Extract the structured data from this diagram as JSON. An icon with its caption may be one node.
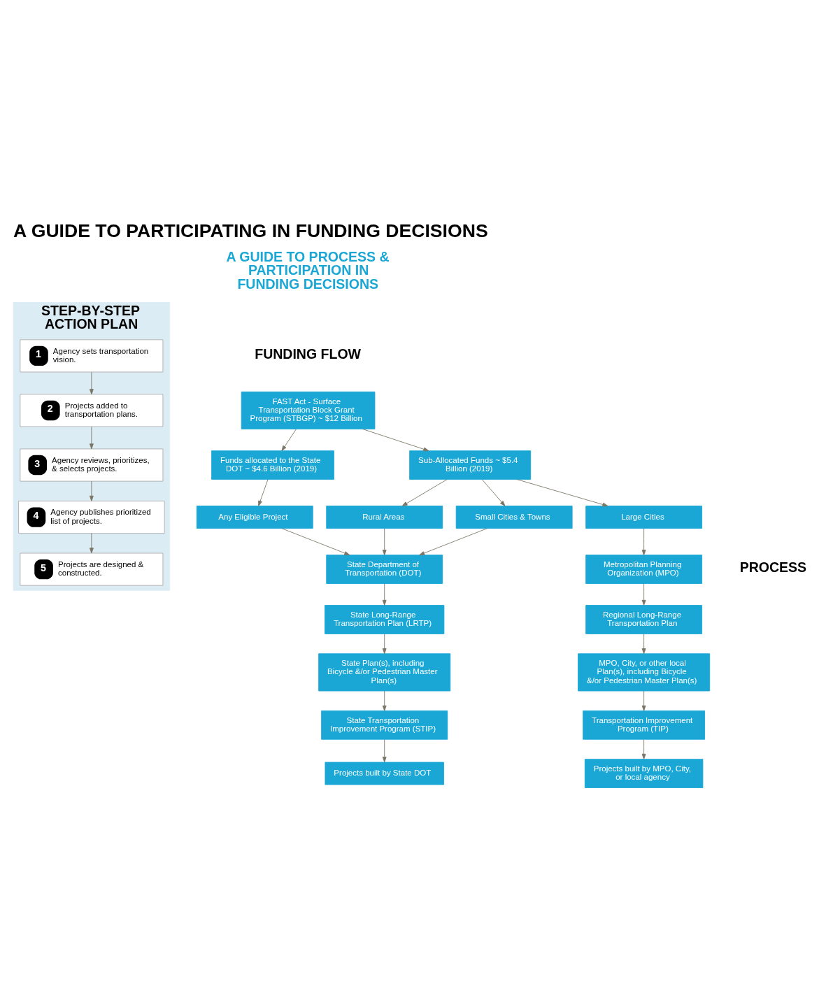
{
  "diagram": {
    "title": "A GUIDE TO PARTICIPATING IN FUNDING DECISIONS",
    "nodes": [
      {
        "text": [
          "STEP-BY-STEP ACTION PLAN"
        ]
      },
      {
        "text": [
          "1",
          "Agency sets transportation vision."
        ],
        "in": 0
      },
      {
        "text": [
          "2",
          "Projects added to transportation plans."
        ],
        "in": 0
      },
      {
        "text": [
          "3",
          "Agency reviews, prioritizes, & selects projects."
        ],
        "in": 0
      },
      {
        "text": [
          "4",
          "Agency publishes prioritized list of projects."
        ],
        "in": 0
      },
      {
        "text": [
          "5",
          "Projects are designed & constructed."
        ],
        "in": 0
      },
      {
        "text": [
          "FAST Act - Surface Transportation Block Grant Program (STBGP) ~ $12 Billion"
        ]
      },
      {
        "text": [
          "Funds allocated to the State DOT ~ $4.6 Billion (2019)"
        ]
      },
      {
        "text": [
          "Sub-Allocated Funds ~ $5.4 Billion (2019)"
        ]
      },
      {
        "text": [
          "Any Eligible Project"
        ]
      },
      {
        "text": [
          "Rural Areas"
        ]
      },
      {
        "text": [
          "Small Cities & Towns"
        ]
      },
      {
        "text": [
          "Large Cities"
        ]
      },
      {
        "text": [
          "State Department of Transportation (DOT)"
        ]
      },
      {
        "text": [
          "State Long-Range Transportation Plan (LRTP)"
        ]
      },
      {
        "text": [
          "State Plan(s), including Bicycle &/or Pedestrian Master Plan(s)"
        ]
      },
      {
        "text": [
          "State Transportation Improvement Program (STIP)"
        ]
      },
      {
        "text": [
          "Projects built by State DOT"
        ]
      },
      {
        "text": [
          "Metropolitan Planning Organization (MPO)"
        ]
      },
      {
        "text": [
          "Regional Long-Range Transportation Plan"
        ]
      },
      {
        "text": [
          "MPO, City, or other local Plan(s), including Bicycle &/or Pedestrian Master Plan(s)"
        ]
      },
      {
        "text": [
          "Transportation Improvement Program (TIP)"
        ]
      },
      {
        "text": [
          "Projects built by MPO, City, or local agency"
        ]
      }
    ],
    "edges": [
      {
        "from": 1,
        "to": 2,
        "arrow": "to"
      },
      {
        "from": 2,
        "to": 3,
        "arrow": "to"
      },
      {
        "from": 3,
        "to": 4,
        "arrow": "to"
      },
      {
        "from": 4,
        "to": 5,
        "arrow": "to"
      },
      {
        "from": 6,
        "to": 7,
        "arrow": "to"
      },
      {
        "from": 6,
        "to": 8,
        "arrow": "to"
      },
      {
        "from": 7,
        "to": 9,
        "arrow": "to"
      },
      {
        "from": 8,
        "to": 10,
        "arrow": "to"
      },
      {
        "from": 8,
        "to": 11,
        "arrow": "to"
      },
      {
        "from": 8,
        "to": 12,
        "arrow": "to"
      },
      {
        "from": 9,
        "to": 13,
        "arrow": "to"
      },
      {
        "from": 10,
        "to": 13,
        "arrow": "to"
      },
      {
        "from": 11,
        "to": 13,
        "arrow": "to"
      },
      {
        "from": 12,
        "to": 18,
        "arrow": "to"
      },
      {
        "from": 13,
        "to": 14,
        "arrow": "to"
      },
      {
        "from": 14,
        "to": 15,
        "arrow": "to"
      },
      {
        "from": 15,
        "to": 16,
        "arrow": "to"
      },
      {
        "from": 16,
        "to": 17,
        "arrow": "to"
      },
      {
        "from": 18,
        "to": 19,
        "arrow": "to"
      },
      {
        "from": 19,
        "to": 20,
        "arrow": "to"
      },
      {
        "from": 20,
        "to": 21,
        "arrow": "to"
      },
      {
        "from": 21,
        "to": 22,
        "arrow": "to"
      }
    ],
    "labels": [
      "A GUIDE TO PROCESS & PARTICIPATION IN FUNDING DECISIONS",
      "FUNDING FLOW",
      "PROCESS"
    ]
  }
}
